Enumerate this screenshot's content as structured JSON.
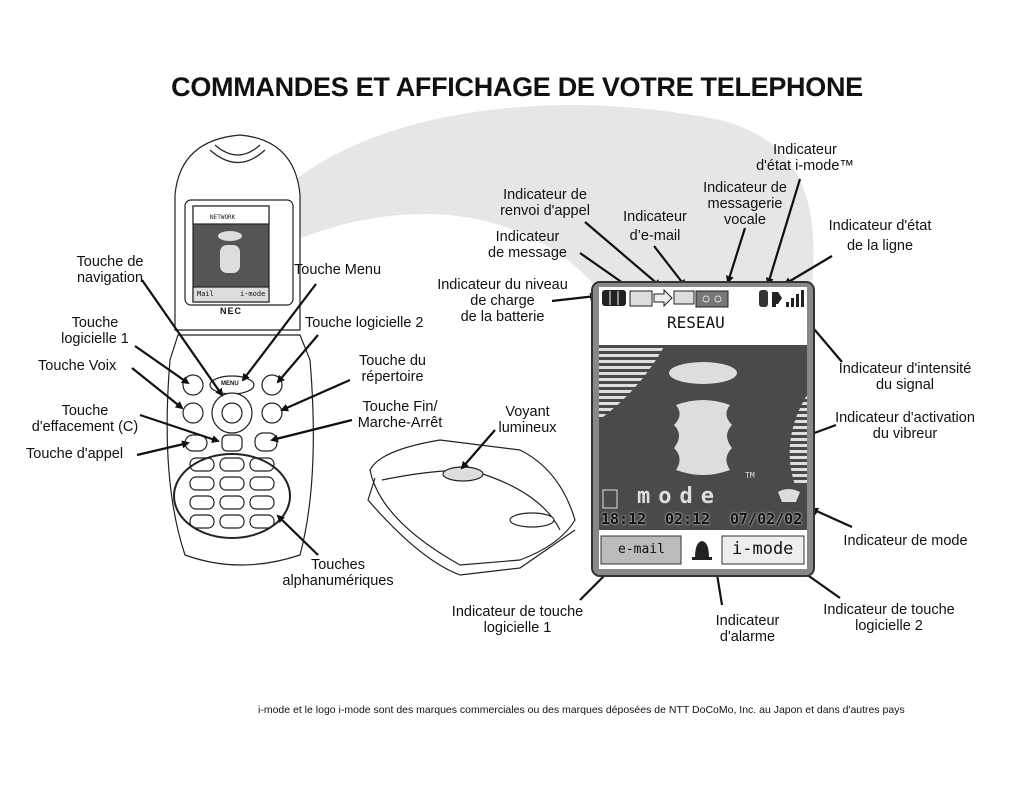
{
  "title": "COMMANDES ET AFFICHAGE DE VOTRE TELEPHONE",
  "phone_labels": {
    "navigation": "Touche de\nnavigation",
    "softkey1": "Touche\nlogicielle 1",
    "voice": "Touche Voix",
    "clear": "Touche\nd'effacement (C)",
    "call": "Touche d'appel",
    "menu": "Touche Menu",
    "softkey2": "Touche logicielle 2",
    "phonebook": "Touche du\nrépertoire",
    "end_power": "Touche Fin/\nMarche-Arrêt",
    "light": "Voyant\nlumineux",
    "alphanumeric": "Touches\nalphanumériques"
  },
  "phone": {
    "brand": "NEC",
    "mini_network": "NETWORK",
    "mini_softkey1": "Mail",
    "mini_softkey2": "i-mode",
    "menu_key": "MENU"
  },
  "display_labels": {
    "imode_status": "Indicateur\nd'état i-mode™",
    "voicemail": "Indicateur de\nmessagerie\nvocale",
    "call_forward": "Indicateur de\nrenvoi d'appel",
    "email": "Indicateur\nd’e-mail",
    "line_status": "Indicateur d'état\nde la ligne",
    "message": "Indicateur\nde message",
    "battery": "Indicateur du niveau\nde charge\nde la batterie",
    "signal": "Indicateur d'intensité\ndu signal",
    "vibrate": "Indicateur d'activation\ndu vibreur",
    "mode": "Indicateur de mode",
    "softkey1_ind": "Indicateur de touche\nlogicielle 1",
    "alarm": "Indicateur\nd'alarme",
    "softkey2_ind": "Indicateur de touche\nlogicielle 2"
  },
  "screen": {
    "network": "RESEAU",
    "logo_text": "mode",
    "tm": "TM",
    "time1": "18:12",
    "time2": "02:12",
    "date": "07/02/02",
    "softkey1": "e-mail",
    "softkey2": "i-mode"
  },
  "footer": "i-mode et le logo i-mode sont des marques commerciales ou des marques déposées de NTT DoCoMo, Inc. au Japon et dans d'autres pays"
}
